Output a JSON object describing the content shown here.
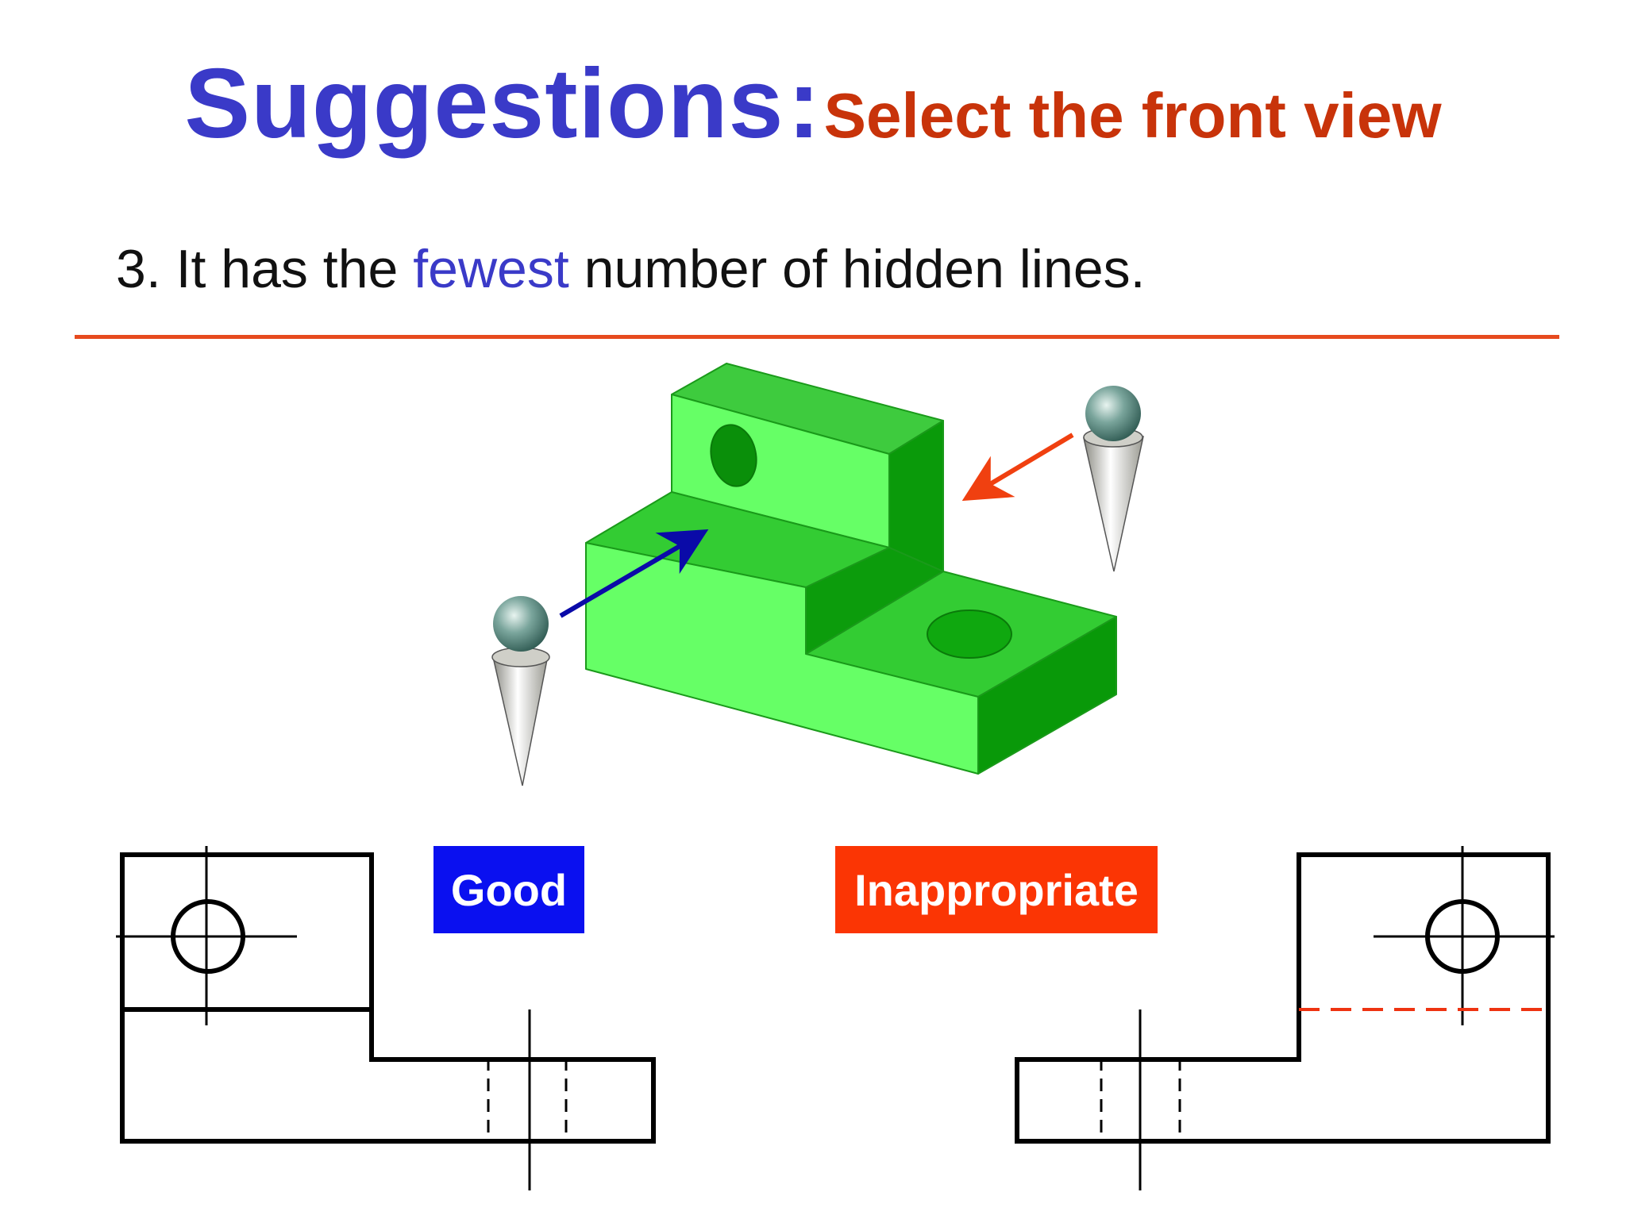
{
  "title": {
    "main": "Suggestions",
    "separator": ":",
    "subtitle": "Select the front view"
  },
  "point": {
    "prefix": "3. It has the ",
    "highlight": "fewest",
    "suffix": " number of hidden lines."
  },
  "labels": {
    "good": "Good",
    "inappropriate": "Inappropriate"
  },
  "colors": {
    "title_blue": "#3a3ac8",
    "subtitle_red": "#c8330a",
    "rule_orange": "#e64a1e",
    "good_bg": "#0a10f0",
    "bad_bg": "#fb3504",
    "block_green": "#66ff66",
    "arrow_blue": "#0a0aa8",
    "arrow_red": "#f04010"
  }
}
